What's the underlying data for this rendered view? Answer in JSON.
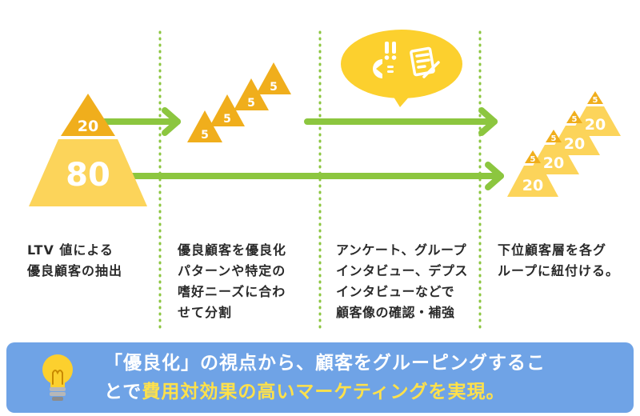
{
  "colors": {
    "triangle_light": "#fcd45a",
    "triangle_dark": "#f0ae1c",
    "arrow": "#8cc63f",
    "divider": "#8cc63f",
    "bubble": "#fcd02e",
    "banner": "#6fa3e6",
    "highlight": "#ffe14a"
  },
  "pyramid": {
    "top_label": "20",
    "bottom_label": "80"
  },
  "mini_triangles": {
    "label": "5"
  },
  "segment_groups": {
    "small_label": "5",
    "large_label": "20"
  },
  "bubble_icons": [
    "exclamation-icon",
    "megaphone-icon",
    "clipboard-icon"
  ],
  "steps": [
    {
      "text": "LTV 値による\n優良顧客の抽出"
    },
    {
      "text": "優良顧客を優良化\nパターンや特定の\n嗜好ニーズに合わ\nせて分割"
    },
    {
      "text": "アンケート、グループ\nインタビュー、デプス\nインタビューなどで\n顧客像の確認・補強"
    },
    {
      "text": "下位顧客層を各グ\nループに紐付ける。"
    }
  ],
  "banner": {
    "line1": "「優良化」の視点から、顧客をグルーピングするこ",
    "line2_prefix": "とで",
    "line2_highlight": "費用対効果の高いマーケティングを実現。"
  }
}
